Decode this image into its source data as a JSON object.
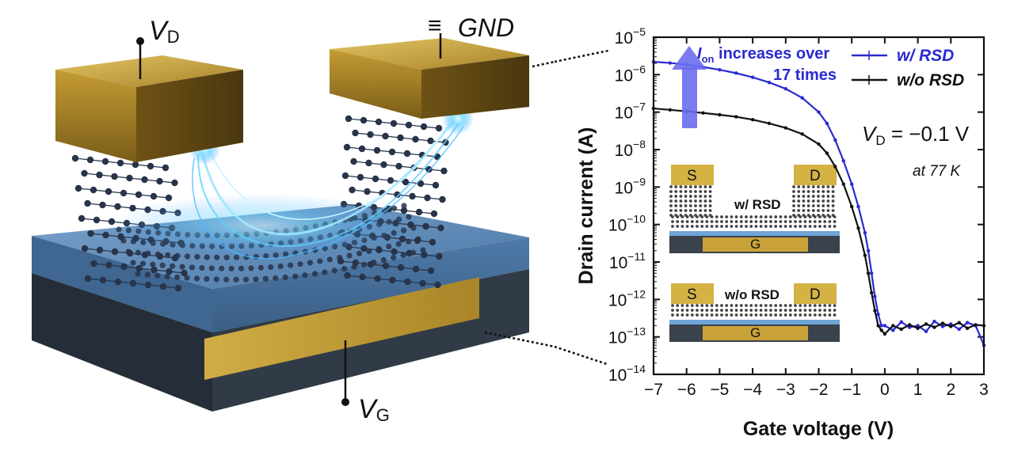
{
  "device": {
    "drain_label": "V",
    "drain_sub": "D",
    "ground_label": "GND",
    "ground_symbol": "≡",
    "gate_label": "V",
    "gate_sub": "G",
    "colors": {
      "gold": "#b08a2a",
      "gold_light": "#d8b64c",
      "substrate_top": "#5a86b4",
      "substrate_dark": "#2a3440",
      "glow": "#5fd0ff",
      "atoms": "#28344a"
    }
  },
  "chart_data": {
    "type": "line",
    "xlabel": "Gate voltage (V)",
    "ylabel": "Drain current (A)",
    "xlim": [
      -7,
      3
    ],
    "ylim_exponent": [
      -14,
      -5
    ],
    "log_y": true,
    "x_ticks": [
      "−7",
      "−6",
      "−5",
      "−4",
      "−3",
      "−2",
      "−1",
      "0",
      "1",
      "2",
      "3"
    ],
    "y_tick_base": "10",
    "y_tick_exponents": [
      "−5",
      "−6",
      "−7",
      "−8",
      "−9",
      "−10",
      "−11",
      "−12",
      "−13",
      "−14"
    ],
    "legend_position": "top-right",
    "series": [
      {
        "name": "w/ RSD",
        "color": "#2a2ad0",
        "x": [
          -7,
          -6.5,
          -6,
          -5.5,
          -5,
          -4.5,
          -4,
          -3.5,
          -3,
          -2.5,
          -2,
          -1.75,
          -1.5,
          -1.25,
          -1,
          -0.8,
          -0.6,
          -0.5,
          -0.4,
          -0.3,
          -0.2,
          -0.1,
          0,
          0.25,
          0.5,
          0.75,
          1,
          1.25,
          1.5,
          1.75,
          2,
          2.25,
          2.5,
          2.75,
          3
        ],
        "y": [
          2.2e-06,
          2.05e-06,
          1.85e-06,
          1.6e-06,
          1.35e-06,
          1.1e-06,
          8.5e-07,
          6.2e-07,
          4.2e-07,
          2.4e-07,
          1e-07,
          5e-08,
          1.8e-08,
          5e-09,
          1.2e-09,
          3e-10,
          6e-11,
          2e-11,
          5e-12,
          1.2e-12,
          4e-13,
          2e-13,
          2e-13,
          1.5e-13,
          2.5e-13,
          1.8e-13,
          2e-13,
          1.4e-13,
          2.6e-13,
          1.9e-13,
          2.2e-13,
          1.6e-13,
          2.4e-13,
          2e-13,
          6e-14
        ]
      },
      {
        "name": "w/o RSD",
        "color": "#111111",
        "x": [
          -7,
          -6.5,
          -6,
          -5.5,
          -5,
          -4.5,
          -4,
          -3.5,
          -3,
          -2.5,
          -2,
          -1.75,
          -1.5,
          -1.25,
          -1,
          -0.8,
          -0.6,
          -0.5,
          -0.4,
          -0.3,
          -0.2,
          -0.1,
          0,
          0.25,
          0.5,
          0.75,
          1,
          1.25,
          1.5,
          1.75,
          2,
          2.25,
          2.5,
          2.75,
          3
        ],
        "y": [
          1.25e-07,
          1.15e-07,
          1.05e-07,
          9.5e-08,
          8.5e-08,
          7.5e-08,
          6.3e-08,
          5e-08,
          3.8e-08,
          2.6e-08,
          1.4e-08,
          8e-09,
          3.5e-09,
          1.2e-09,
          3e-10,
          8e-11,
          1.5e-11,
          5e-12,
          1.5e-12,
          5e-13,
          2e-13,
          1.5e-13,
          1.2e-13,
          2e-13,
          1.6e-13,
          2.1e-13,
          1.7e-13,
          2.2e-13,
          1.8e-13,
          2.3e-13,
          1.9e-13,
          2.4e-13,
          1.7e-13,
          2.1e-13,
          2e-13
        ]
      }
    ],
    "annotations": {
      "ion_main": "I",
      "ion_sub": "on",
      "ion_line1_rest": " increases over",
      "ion_line2": "17 times",
      "vd_main": "V",
      "vd_sub": "D",
      "vd_rest": " = −0.1 V",
      "temperature": "at 77 K"
    },
    "insets": [
      {
        "source": "S",
        "drain": "D",
        "gate": "G",
        "label": "w/ RSD"
      },
      {
        "source": "S",
        "drain": "D",
        "gate": "G",
        "label": "w/o RSD"
      }
    ]
  }
}
